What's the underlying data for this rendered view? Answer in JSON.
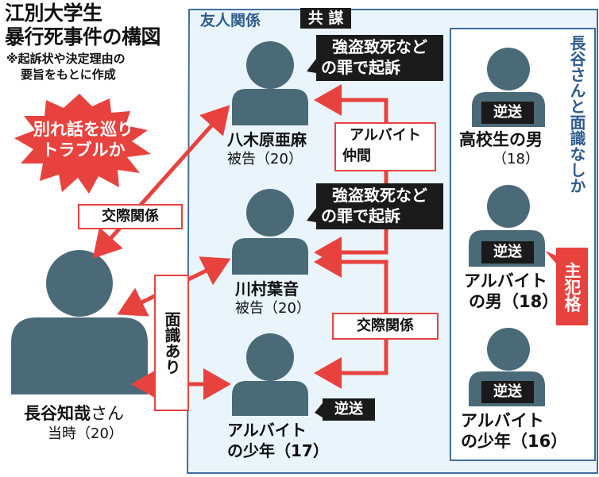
{
  "header": {
    "title_line1": "江別大学生",
    "title_line2": "暴行死事件の構図",
    "note_line1": "※起訴状や決定理由の",
    "note_line2": "要旨をもとに作成"
  },
  "burst": {
    "line1": "別れ話を巡り",
    "line2": "トラブルか"
  },
  "relations": {
    "dating_left": "交際関係",
    "dating_right": "交際関係",
    "acquainted": "面識あり",
    "parttime_line1": "アルバイト",
    "parttime_line2": "仲間"
  },
  "group": {
    "label": "友人関係",
    "conspiracy": "共 謀",
    "unknown_label": "長谷さんと面識なしか"
  },
  "charges": {
    "line1": "強盗致死など",
    "line2": "の罪で起訴"
  },
  "people": {
    "victim": {
      "name": "長谷知哉",
      "suffix": "さん",
      "sub": "当時（20）"
    },
    "yagihara": {
      "name": "八木原亜麻",
      "sub": "被告（20）"
    },
    "kawamura": {
      "name": "川村葉音",
      "sub": "被告（20）"
    },
    "boy17": {
      "name_line1": "アルバイト",
      "name_line2": "の少年（17）",
      "badge": "逆送"
    },
    "hs_male": {
      "name": "高校生の男",
      "sub": "（18）",
      "badge": "逆送"
    },
    "pt_male": {
      "name_line1": "アルバイト",
      "name_line2": "の男（18）",
      "badge": "逆送",
      "role": "主犯格"
    },
    "boy16": {
      "name_line1": "アルバイト",
      "name_line2": "の少年（16）",
      "badge": "逆送"
    }
  },
  "colors": {
    "accent_red": "#e8423f",
    "silhouette": "#4b6a78",
    "panel_bg": "#e9f5fb",
    "panel_border": "#3f6f9f",
    "dark_label": "#1b1b1b"
  }
}
